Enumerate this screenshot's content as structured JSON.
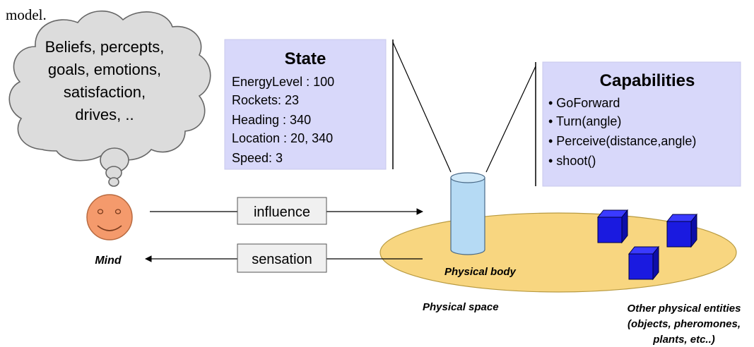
{
  "caption_fragment": "model.",
  "thought_bubble": {
    "lines": [
      "Beliefs, percepts,",
      "goals, emotions,",
      "satisfaction,",
      "drives, .."
    ]
  },
  "state_box": {
    "title": "State",
    "lines": [
      "EnergyLevel : 100",
      "Rockets: 23",
      "Heading : 340",
      "Location : 20, 340",
      "Speed: 3"
    ]
  },
  "capabilities_box": {
    "title": "Capabilities",
    "items": [
      "• GoForward",
      "• Turn(angle)",
      "• Perceive(distance,angle)",
      "• shoot()"
    ]
  },
  "labels": {
    "influence": "influence",
    "sensation": "sensation",
    "mind": "Mind",
    "physical_body": "Physical body",
    "physical_space": "Physical space",
    "other_entities": [
      "Other physical entities",
      "(objects, pheromones,",
      "plants, etc..)"
    ]
  },
  "colors": {
    "box_fill": "#d8d8fa",
    "face_fill": "#f49a6c",
    "ellipse_fill": "#f8d680",
    "cylinder_fill": "#b5daf4",
    "cube_fill": "#1a1ae0",
    "cloud_fill": "#dcdcdc",
    "label_box_fill": "#f0f0f0"
  }
}
